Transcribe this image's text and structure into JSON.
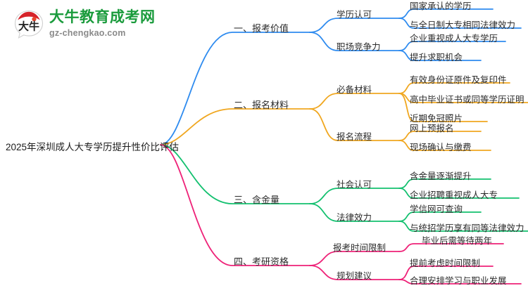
{
  "logo": {
    "mark_text": "大牛",
    "title": "大牛教育成考网",
    "subtitle": "gz-chengkao.com",
    "brand_green": "#1a9b3c",
    "brand_red": "#d6232a"
  },
  "mindmap": {
    "root": {
      "label": "2025年深圳成人大专学历提升性价比评估"
    },
    "colors": {
      "branch1": "#2e8bef",
      "branch2": "#f0a720",
      "branch3": "#13c06f",
      "branch4": "#ee2278"
    },
    "branches": [
      {
        "label": "一、报考价值",
        "color": "#2e8bef",
        "children": [
          {
            "label": "学历认可",
            "leaves": [
              "国家承认的学历",
              "与全日制大专相同法律效力"
            ]
          },
          {
            "label": "职场竞争力",
            "leaves": [
              "企业重视成人大专学历",
              "提升求职机会"
            ]
          }
        ]
      },
      {
        "label": "二、报名材料",
        "color": "#f0a720",
        "children": [
          {
            "label": "必备材料",
            "leaves": [
              "有效身份证原件及复印件",
              "高中毕业证书或同等学历证明",
              "近期免冠照片"
            ]
          },
          {
            "label": "报名流程",
            "leaves": [
              "网上预报名",
              "现场确认与缴费"
            ]
          }
        ]
      },
      {
        "label": "三、含金量",
        "color": "#13c06f",
        "children": [
          {
            "label": "社会认可",
            "leaves": [
              "含金量逐渐提升",
              "企业招聘重视成人大专"
            ]
          },
          {
            "label": "法律效力",
            "leaves": [
              "学信网可查询",
              "与统招学历享有同等法律效力"
            ]
          }
        ]
      },
      {
        "label": "四、考研资格",
        "color": "#ee2278",
        "children": [
          {
            "label": "报考时间限制",
            "leaves": [
              "毕业后需等待两年"
            ]
          },
          {
            "label": "规划建议",
            "leaves": [
              "提前考虑时间限制",
              "合理安排学习与职业发展"
            ]
          }
        ]
      }
    ]
  }
}
